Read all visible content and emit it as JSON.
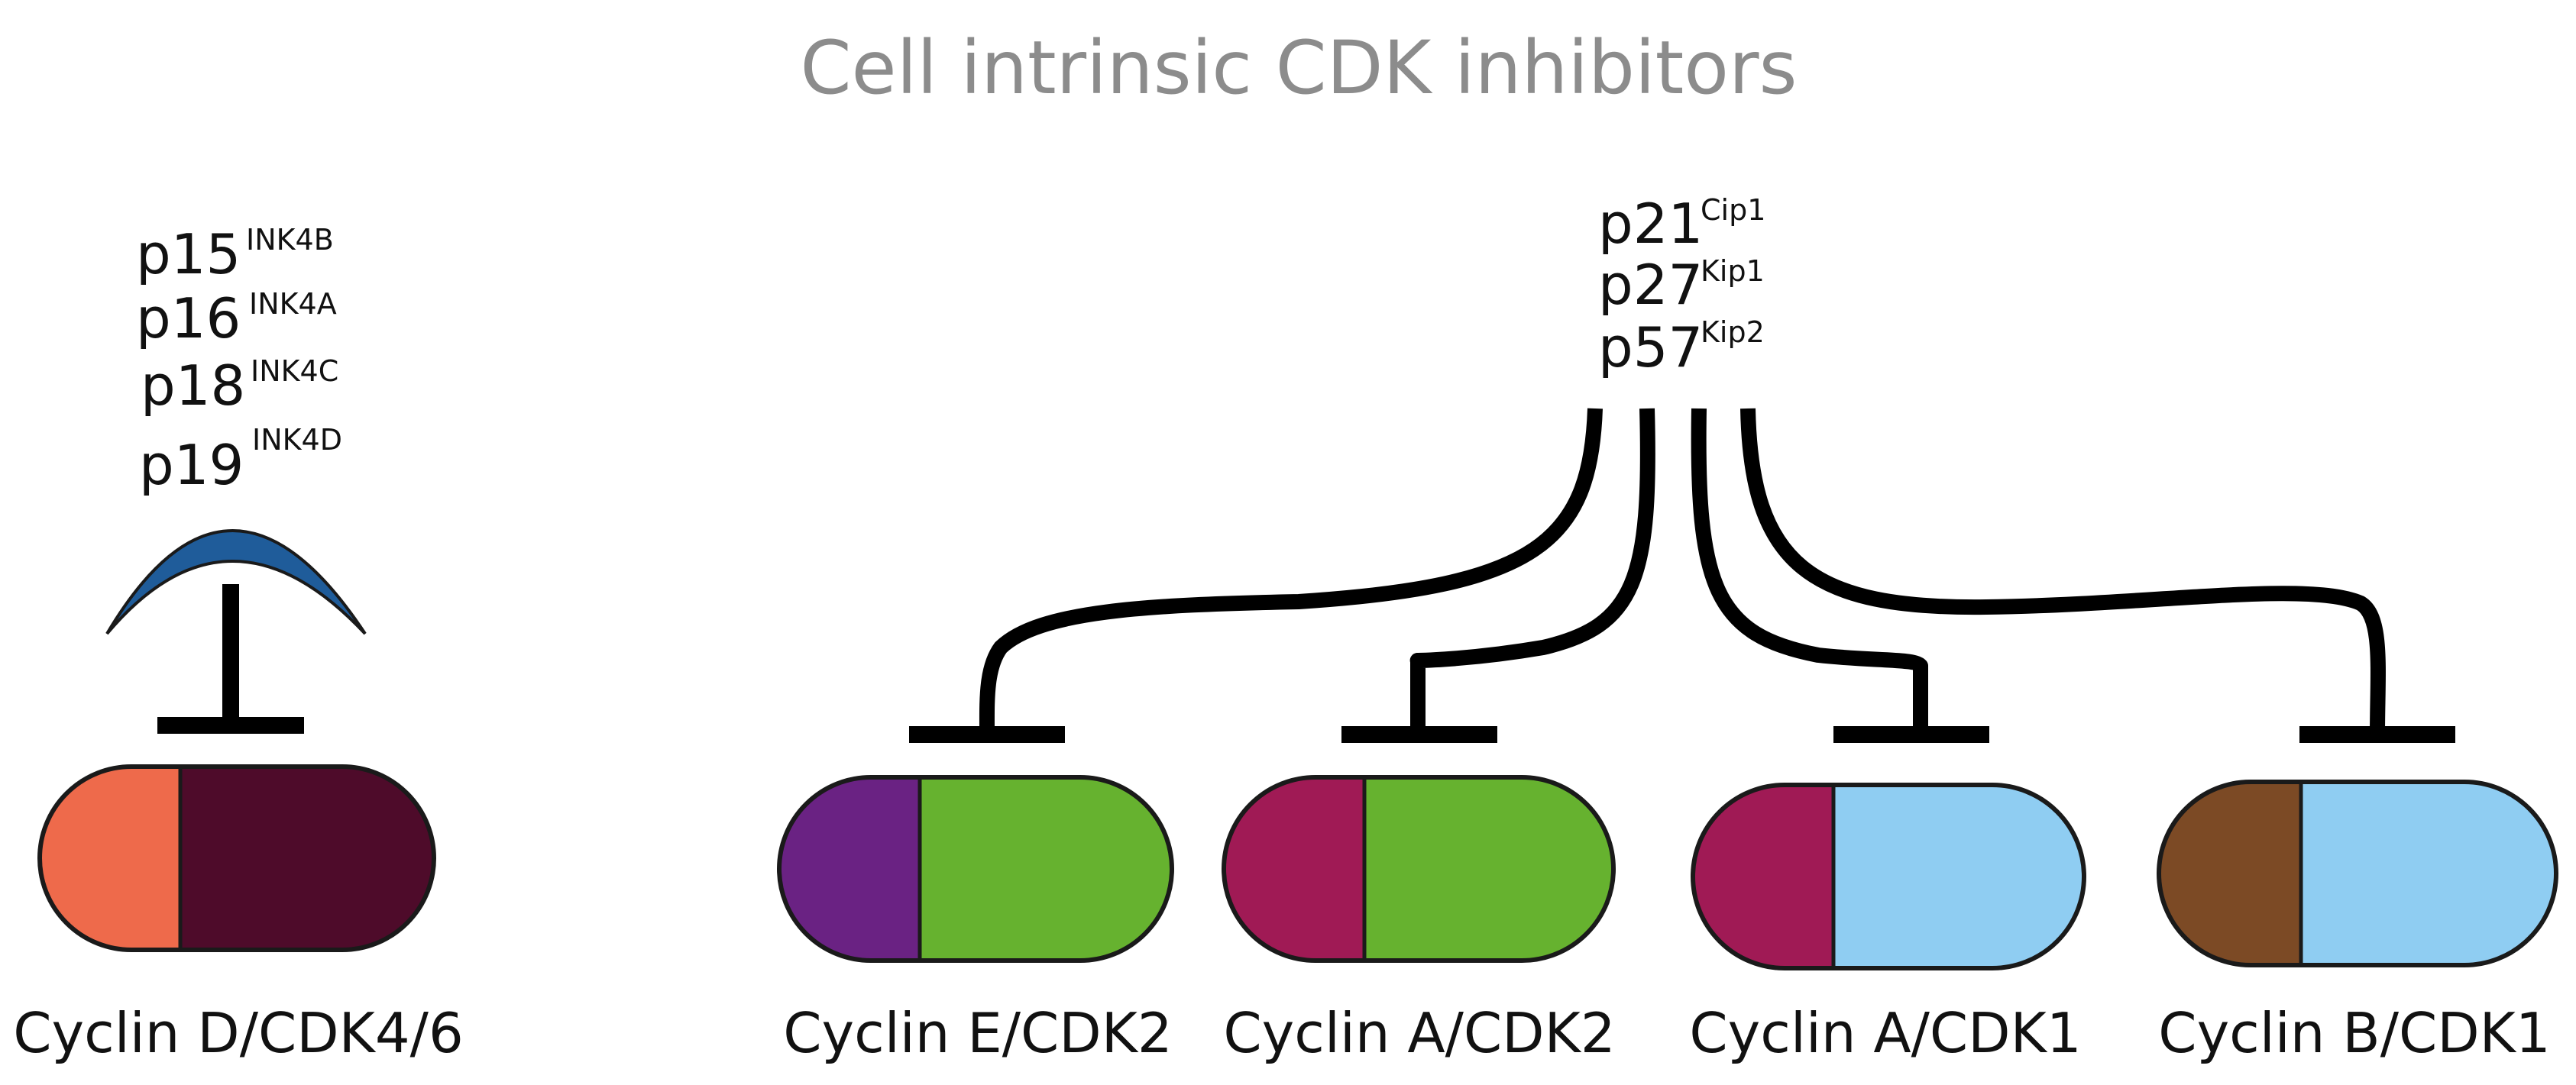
{
  "title": "Cell intrinsic CDK inhibitors",
  "ink4_family": [
    {
      "name": "p15",
      "sup": "INK4B"
    },
    {
      "name": "p16",
      "sup": "INK4A"
    },
    {
      "name": "p18",
      "sup": "INK4C"
    },
    {
      "name": "p19",
      "sup": "INK4D"
    }
  ],
  "cip_kip_family": [
    {
      "name": "p21",
      "sup": "Cip1"
    },
    {
      "name": "p27",
      "sup": "Kip1"
    },
    {
      "name": "p57",
      "sup": "Kip2"
    }
  ],
  "complexes": [
    {
      "label": "Cyclin D/CDK4/6",
      "cyclin_color": "#ee6a4b",
      "cdk_color": "#4e0b2a"
    },
    {
      "label": "Cyclin E/CDK2",
      "cyclin_color": "#6a2283",
      "cdk_color": "#66b22f"
    },
    {
      "label": "Cyclin A/CDK2",
      "cyclin_color": "#a01a55",
      "cdk_color": "#66b22f"
    },
    {
      "label": "Cyclin A/CDK1",
      "cyclin_color": "#a01a55",
      "cdk_color": "#8fcdf2"
    },
    {
      "label": "Cyclin B/CDK1",
      "cyclin_color": "#7c4a25",
      "cdk_color": "#8fcdf2"
    }
  ],
  "inhibitor_shape_color": "#1f5c9a"
}
